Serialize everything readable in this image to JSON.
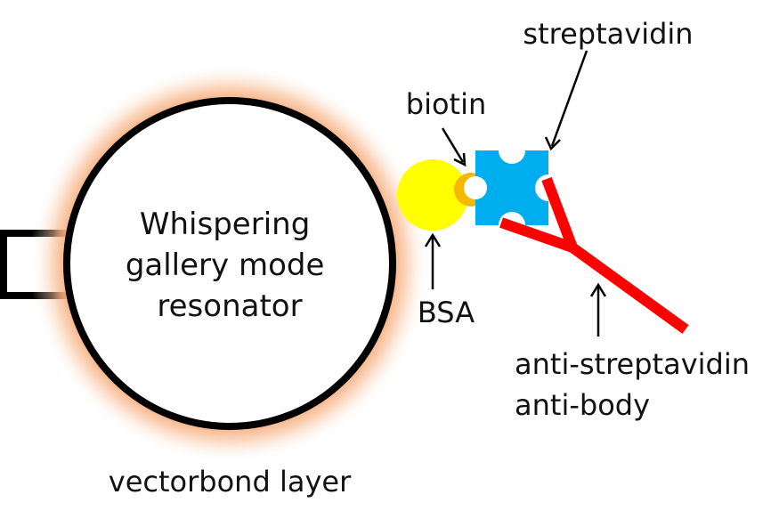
{
  "labels": {
    "resonator": [
      "Whispering",
      "gallery mode",
      "resonator"
    ],
    "layer": "vectorbond layer",
    "bsa": "BSA",
    "biotin": "biotin",
    "streptavidin": "streptavidin",
    "antibody": [
      "anti-streptavidin",
      "anti-body"
    ]
  },
  "colors": {
    "outline": "#000000",
    "glow": "#f5a068",
    "bsa": "#ffff00",
    "biotin": "#f5b800",
    "streptavidin": "#00aeef",
    "antibody": "#ff0000"
  }
}
